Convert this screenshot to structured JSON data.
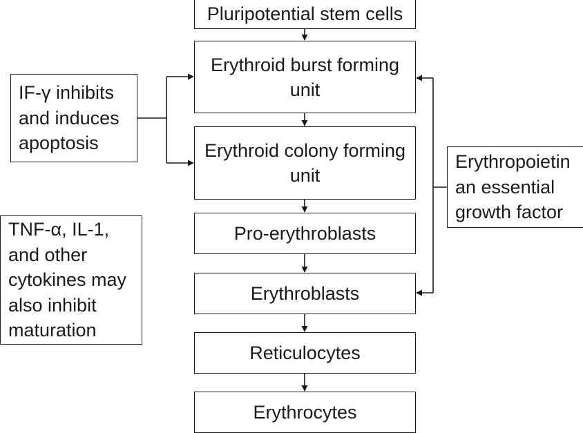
{
  "flow_boxes": {
    "stem_cells": "Pluripotential stem cells",
    "bfu_line1": "Erythroid burst forming",
    "bfu_line2": "unit",
    "cfu_line1": "Erythroid colony forming",
    "cfu_line2": "unit",
    "pro_erythroblasts": "Pro-erythroblasts",
    "erythroblasts": "Erythroblasts",
    "reticulocytes": "Reticulocytes",
    "erythrocytes": "Erythrocytes"
  },
  "side_notes": {
    "if_gamma": [
      "IF-γ inhibits",
      "and induces",
      "apoptosis"
    ],
    "tnf_alpha": [
      "TNF-α, IL-1,",
      "and other",
      "cytokines may",
      "also inhibit",
      "maturation"
    ],
    "erythropoietin": [
      "Erythropoietin",
      "an essential",
      "growth factor"
    ]
  },
  "colors": {
    "stroke": "#1a1a1a",
    "background": "#ffffff"
  }
}
